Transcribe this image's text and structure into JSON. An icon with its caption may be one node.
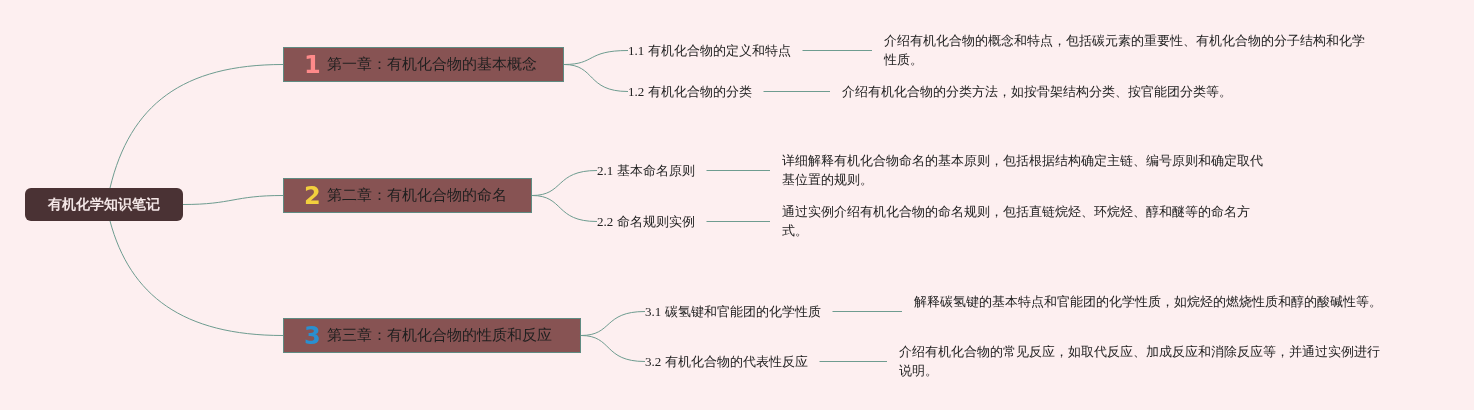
{
  "diagram": {
    "nodes": [
      {
        "text": [
          "有机化学知识笔记"
        ]
      },
      {
        "text": [
          "1",
          "第一章：有机化合物的基本概念"
        ]
      },
      {
        "text": [
          "1.1 有机化合物的定义和特点"
        ]
      },
      {
        "text": [
          "介绍有机化合物的概念和特点，包括碳元素的重要性、有机化合物的分子结构和化学性质。"
        ]
      },
      {
        "text": [
          "1.2 有机化合物的分类"
        ]
      },
      {
        "text": [
          "介绍有机化合物的分类方法，如按骨架结构分类、按官能团分类等。"
        ]
      },
      {
        "text": [
          "2",
          "第二章：有机化合物的命名"
        ]
      },
      {
        "text": [
          "2.1 基本命名原则"
        ]
      },
      {
        "text": [
          "详细解释有机化合物命名的基本原则，包括根据结构确定主链、编号原则和确定取代基位置的规则。"
        ]
      },
      {
        "text": [
          "2.2 命名规则实例"
        ]
      },
      {
        "text": [
          "通过实例介绍有机化合物的命名规则，包括直链烷烃、环烷烃、醇和醚等的命名方式。"
        ]
      },
      {
        "text": [
          "3",
          "第三章：有机化合物的性质和反应"
        ]
      },
      {
        "text": [
          "3.1 碳氢键和官能团的化学性质"
        ]
      },
      {
        "text": [
          "解释碳氢键的基本特点和官能团的化学性质，如烷烃的燃烧性质和醇的酸碱性等。"
        ]
      },
      {
        "text": [
          "3.2 有机化合物的代表性反应"
        ]
      },
      {
        "text": [
          "介绍有机化合物的常见反应，如取代反应、加成反应和消除反应等，并通过实例进行说明。"
        ]
      }
    ],
    "edges": [
      {
        "from": 0,
        "to": 1,
        "arrow": "none"
      },
      {
        "from": 1,
        "to": 2,
        "arrow": "none"
      },
      {
        "from": 2,
        "to": 3,
        "arrow": "none"
      },
      {
        "from": 1,
        "to": 4,
        "arrow": "none"
      },
      {
        "from": 4,
        "to": 5,
        "arrow": "none"
      },
      {
        "from": 0,
        "to": 6,
        "arrow": "none"
      },
      {
        "from": 6,
        "to": 7,
        "arrow": "none"
      },
      {
        "from": 7,
        "to": 8,
        "arrow": "none"
      },
      {
        "from": 6,
        "to": 9,
        "arrow": "none"
      },
      {
        "from": 9,
        "to": 10,
        "arrow": "none"
      },
      {
        "from": 0,
        "to": 11,
        "arrow": "none"
      },
      {
        "from": 11,
        "to": 12,
        "arrow": "none"
      },
      {
        "from": 12,
        "to": 13,
        "arrow": "none"
      },
      {
        "from": 11,
        "to": 14,
        "arrow": "none"
      },
      {
        "from": 14,
        "to": 15,
        "arrow": "none"
      }
    ]
  }
}
